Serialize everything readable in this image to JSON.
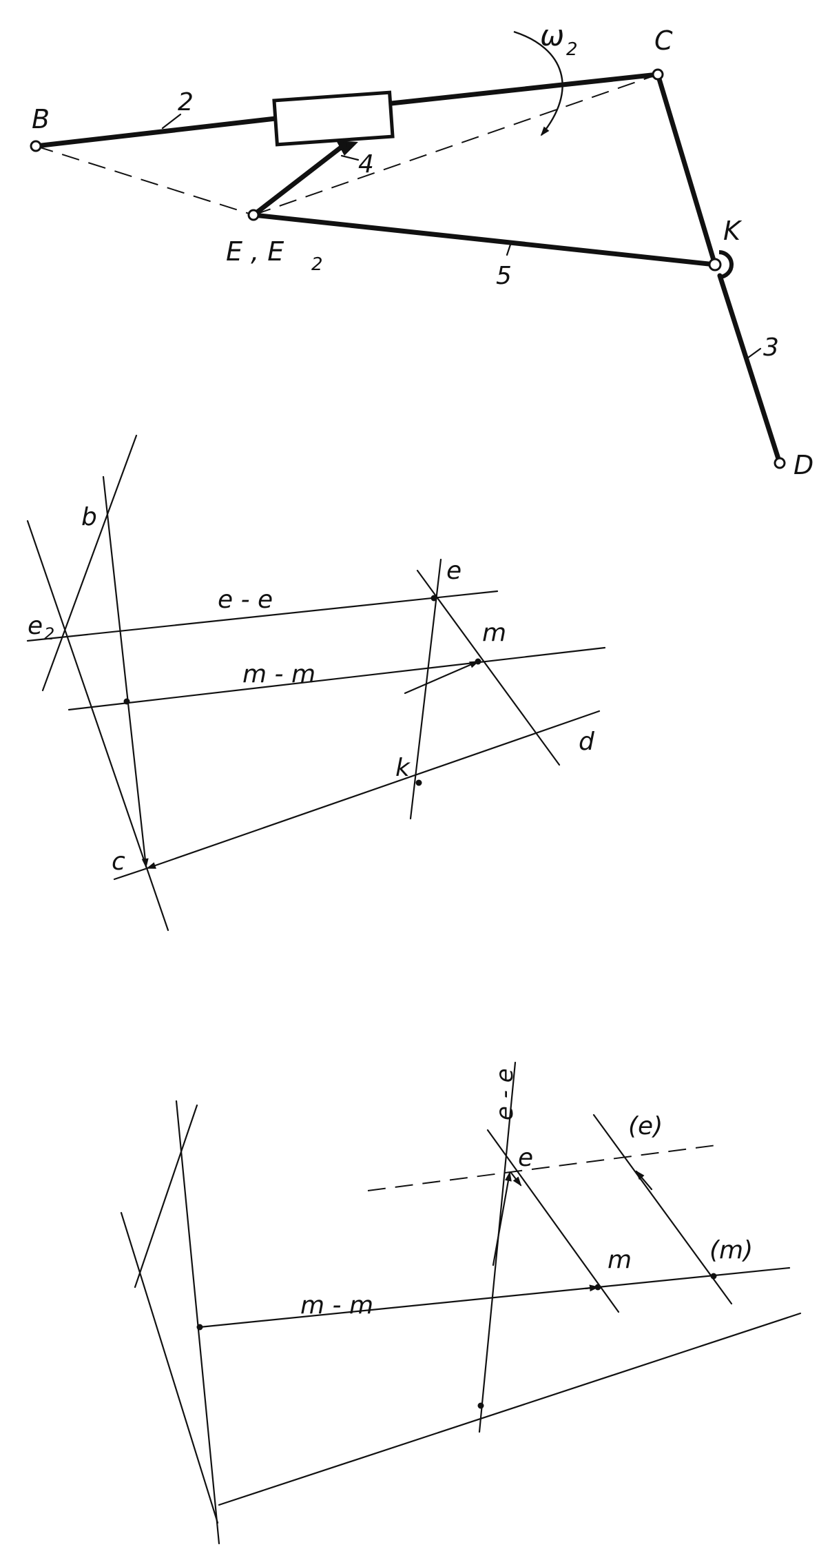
{
  "mechanism": {
    "points": {
      "B": "B",
      "C": "C",
      "K": "K",
      "D": "D",
      "E": "E , E",
      "E_sub": "2"
    },
    "links": {
      "l2": "2",
      "l3": "3",
      "l4": "4",
      "l5": "5"
    },
    "omega": "ω",
    "omega_sub": "2"
  },
  "velocity_plan": {
    "b": "b",
    "e2": "e",
    "e2_sub": "2",
    "e": "e",
    "m": "m",
    "k": "k",
    "c": "c",
    "d": "d",
    "line_ee": "e - e",
    "line_mm": "m - m"
  },
  "accel_plan": {
    "line_ee": "e - e",
    "e": "e",
    "e_paren": "(e)",
    "m": "m",
    "m_paren": "(m)",
    "line_mm": "m - m"
  },
  "colors": {
    "ink": "#111111",
    "paper": "#ffffff"
  }
}
